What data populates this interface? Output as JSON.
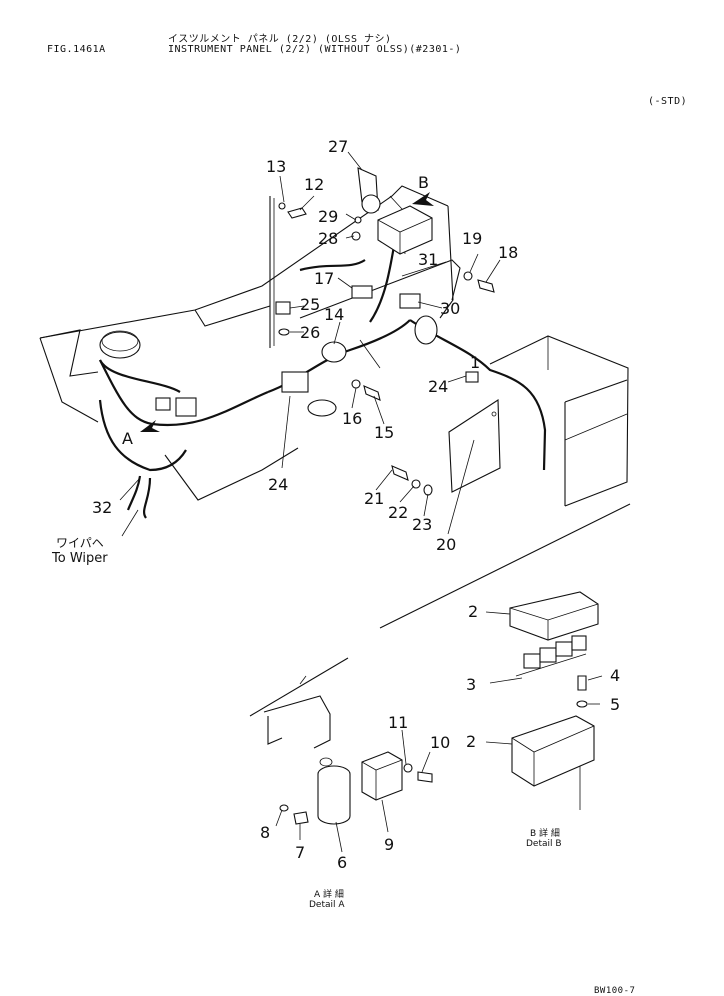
{
  "header": {
    "figure_number": "FIG.1461A",
    "title_japanese": "イスツルメント パネル (2/2) (OLSS ナシ)",
    "title_english": "INSTRUMENT PANEL (2/2) (WITHOUT OLSS)(#2301-)",
    "spec_note": "(-STD)"
  },
  "callouts": [
    "1",
    "2",
    "2",
    "3",
    "4",
    "5",
    "6",
    "7",
    "8",
    "9",
    "10",
    "11",
    "12",
    "13",
    "14",
    "15",
    "16",
    "17",
    "18",
    "19",
    "20",
    "21",
    "22",
    "23",
    "24",
    "24",
    "25",
    "26",
    "27",
    "28",
    "29",
    "30",
    "31",
    "32"
  ],
  "view_markers": {
    "a": "A",
    "b": "B"
  },
  "wiper_note": {
    "japanese": "ワイパヘ",
    "english": "To Wiper"
  },
  "detail_a": {
    "japanese": "A 詳 細",
    "english": "Detail A"
  },
  "detail_b": {
    "japanese": "B 詳 細",
    "english": "Detail B"
  },
  "page_code": "BW100-7"
}
